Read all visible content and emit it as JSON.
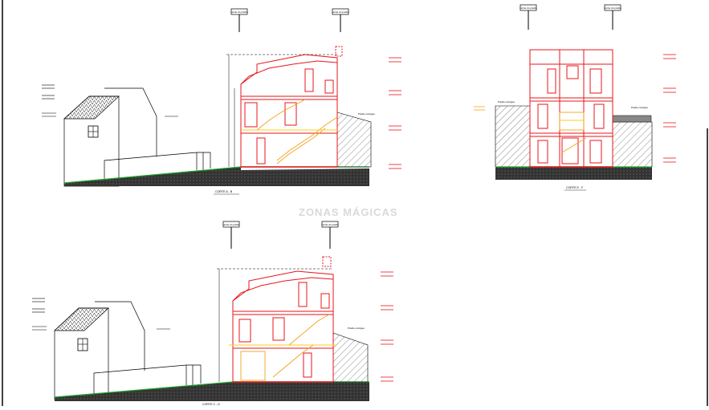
{
  "sheet": {
    "title_ab": "CORTE A - B",
    "title_ef": "CORTE E - F",
    "title_cd": "CORTE C - D"
  },
  "labels": {
    "limite": "Limite do prédio",
    "predio_contiguo": "Prédio contíguo"
  },
  "watermark": "ZONAS MÁGICAS",
  "colors": {
    "red": "#e8151b",
    "orange": "#f3a21b",
    "yellow": "#f7d11f",
    "black": "#111111",
    "green": "#1aa52a",
    "grey": "#777777"
  }
}
